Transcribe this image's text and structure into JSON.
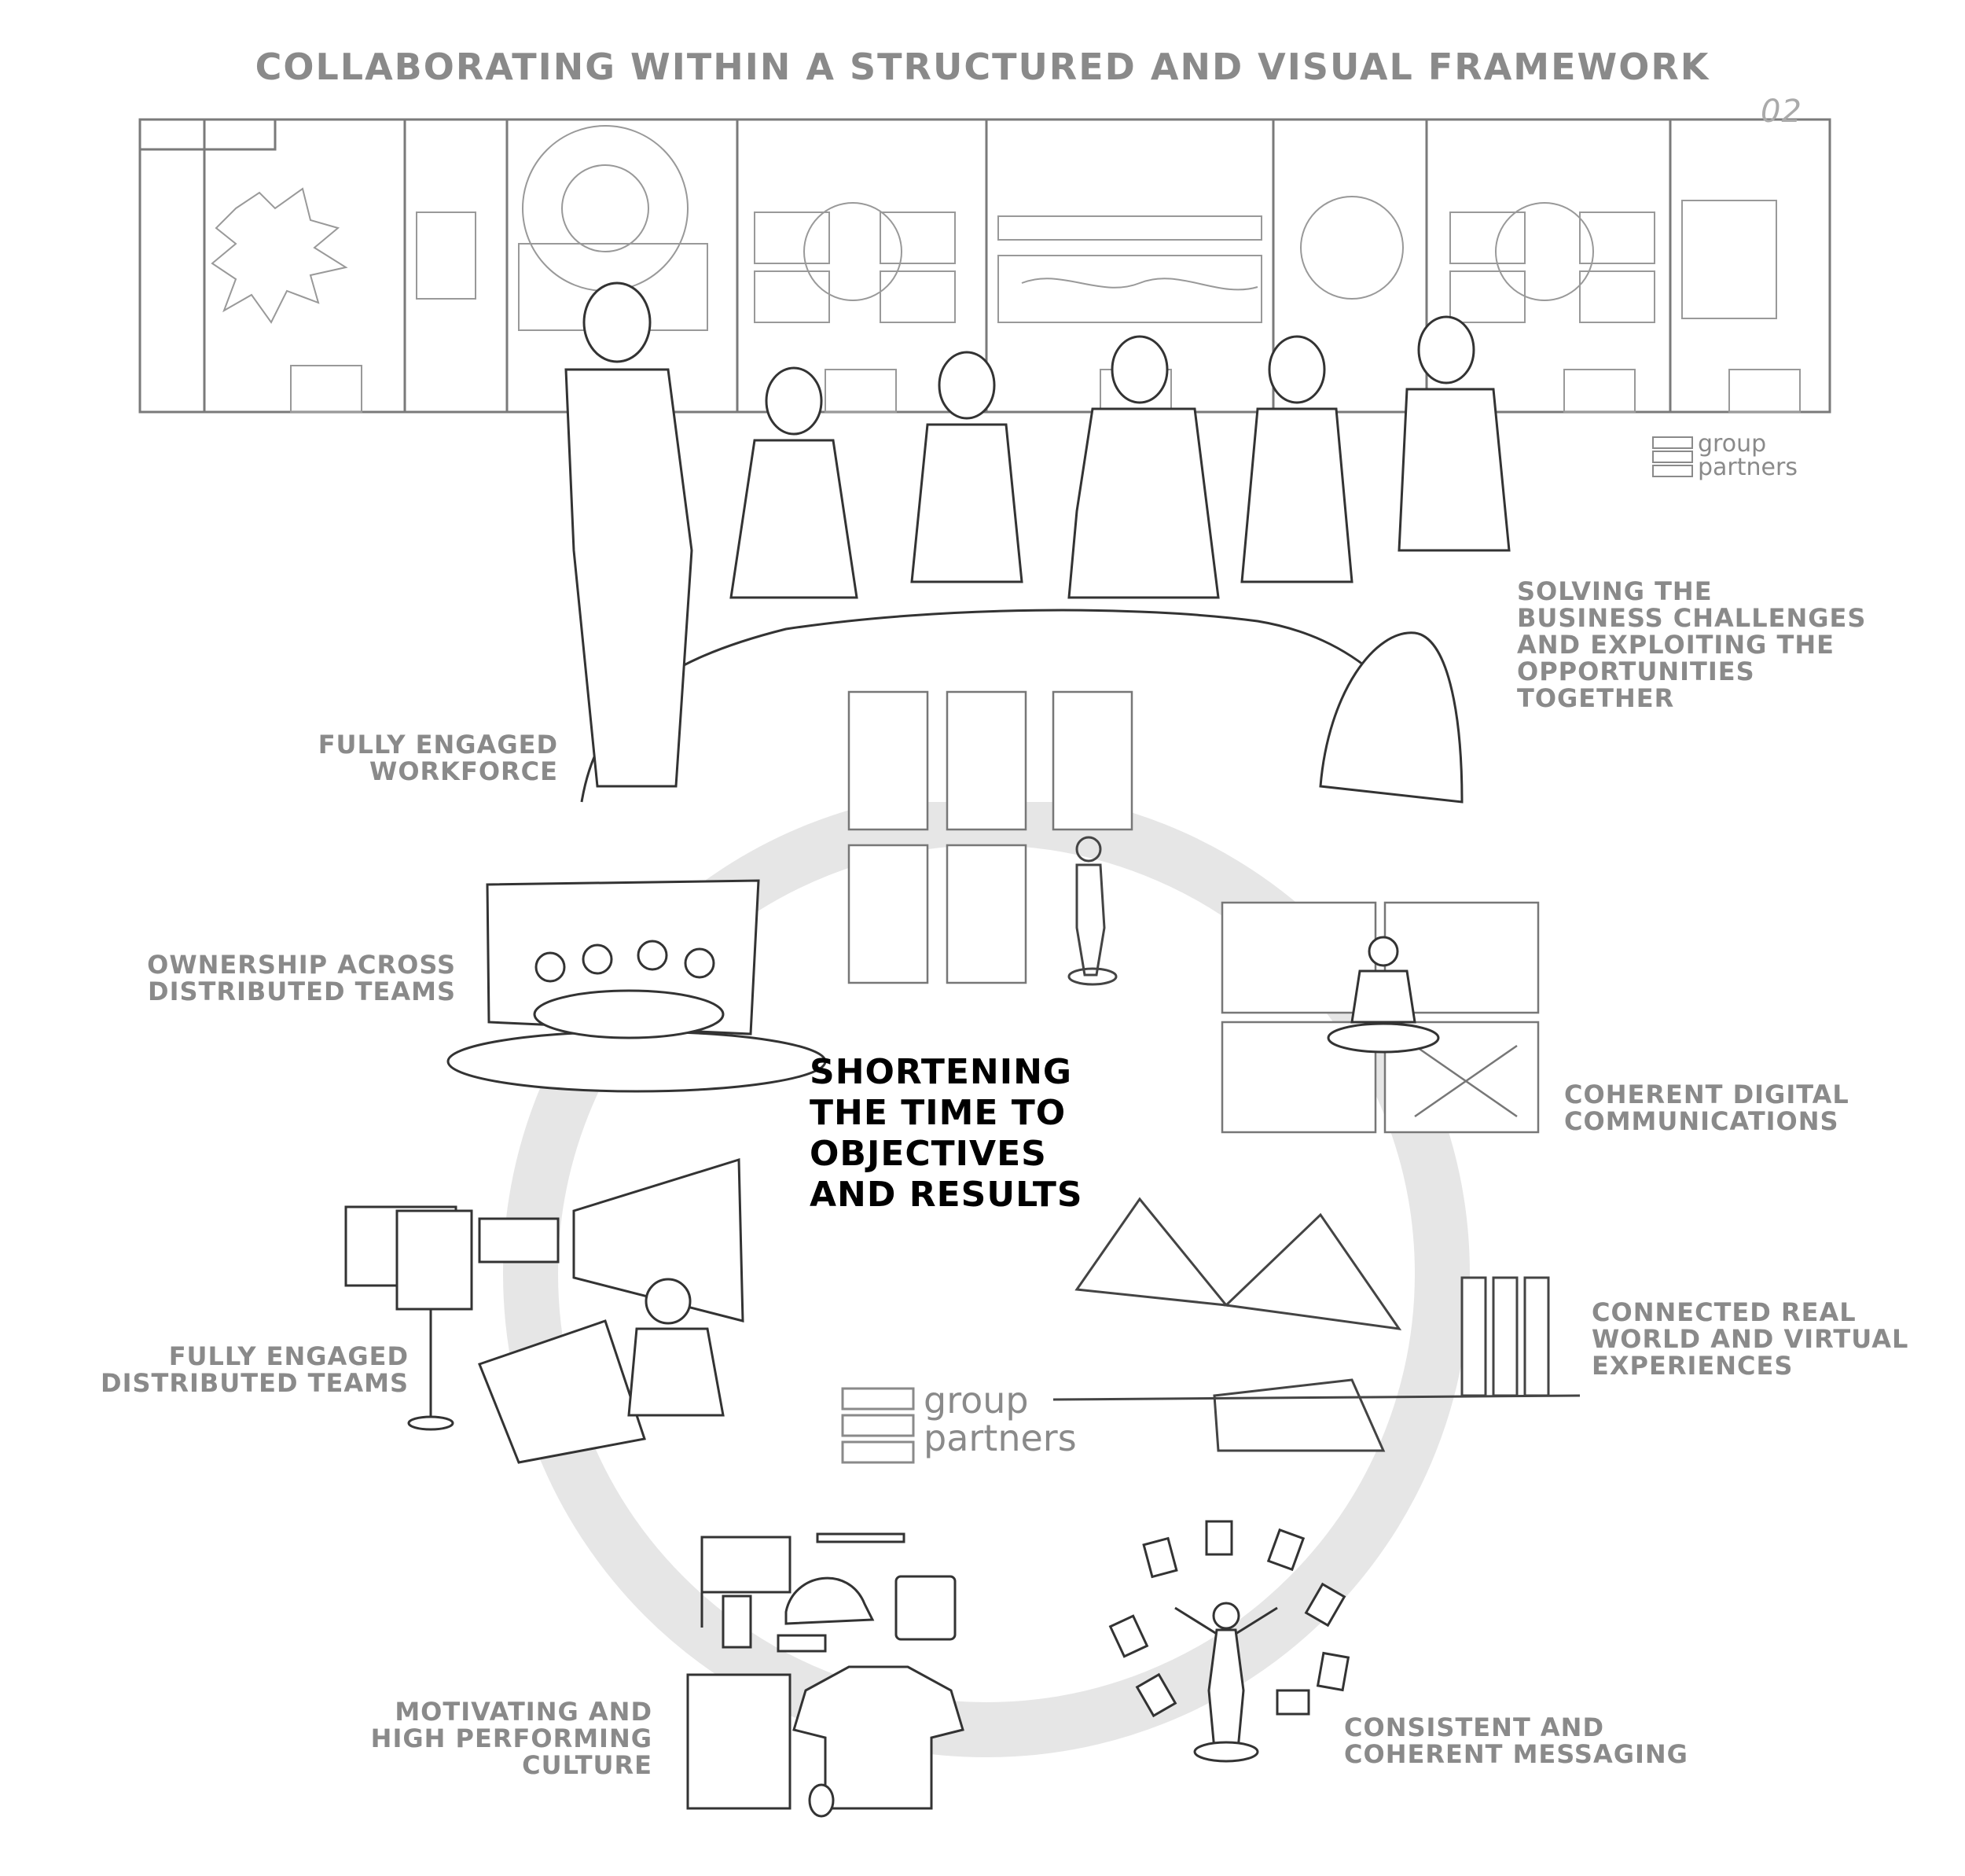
{
  "title": "COLLABORATING WITHIN A STRUCTURED AND VISUAL FRAMEWORK",
  "panel_number": "02",
  "center": {
    "lines": [
      "SHORTENING",
      "THE TIME TO",
      "OBJECTIVES",
      "AND RESULTS"
    ]
  },
  "logo": {
    "line1": "group",
    "line2": "partners"
  },
  "labels": {
    "solving": [
      "SOLVING THE",
      "BUSINESS CHALLENGES",
      "AND EXPLOITING THE",
      "OPPORTUNITIES",
      "TOGETHER"
    ],
    "workforce": [
      "FULLY ENGAGED",
      "WORKFORCE"
    ],
    "ownership": [
      "OWNERSHIP ACROSS",
      "DISTRIBUTED TEAMS"
    ],
    "digital": [
      "COHERENT DIGITAL",
      "COMMUNICATIONS"
    ],
    "connected": [
      "CONNECTED REAL",
      "WORLD AND VIRTUAL",
      "EXPERIENCES"
    ],
    "distributed": [
      "FULLY ENGAGED",
      "DISTRIBUTED TEAMS"
    ],
    "motivating": [
      "MOTIVATING AND",
      "HIGH PERFORMING",
      "CULTURE"
    ],
    "messaging": [
      "CONSISTENT AND",
      "COHERENT MESSAGING"
    ]
  },
  "colors": {
    "label": "#8a8a8a",
    "center_text": "#000000",
    "ring": "#e4e4e4",
    "line": "#555555"
  }
}
